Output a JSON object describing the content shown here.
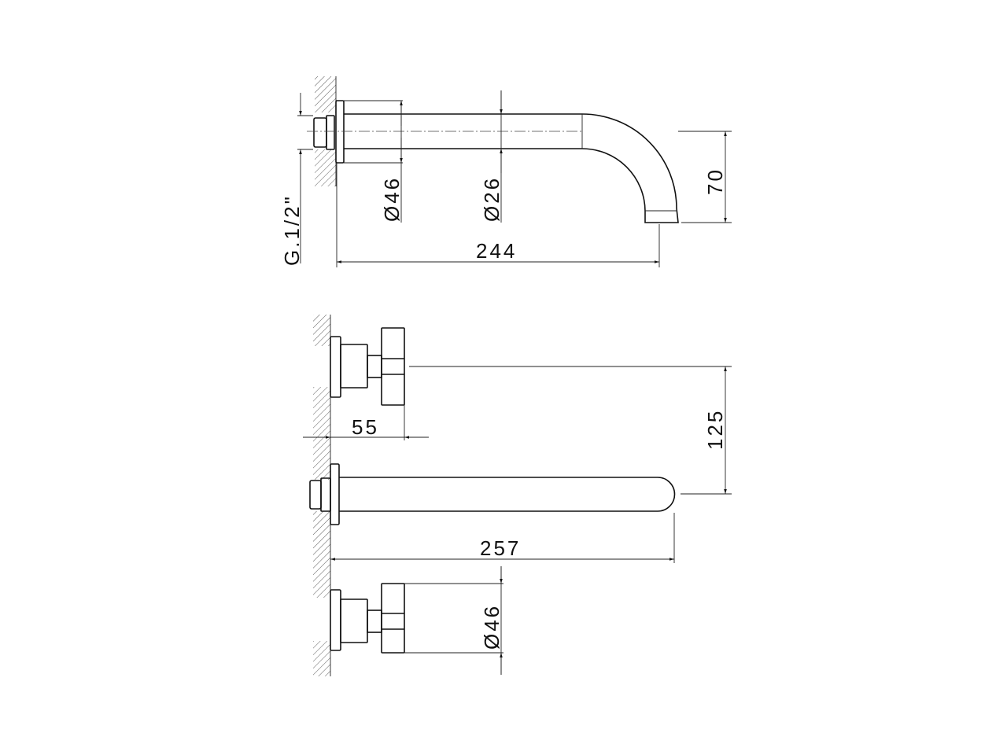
{
  "drawing": {
    "top_view": {
      "dim_thread": "G.1/2\"",
      "dim_flange_diameter": "Ø46",
      "dim_pipe_diameter": "Ø26",
      "dim_height": "70",
      "dim_length": "244"
    },
    "front_view": {
      "dim_handle_depth": "55",
      "dim_spacing": "125",
      "dim_spout_length": "257",
      "dim_handle_diameter": "Ø46"
    }
  }
}
